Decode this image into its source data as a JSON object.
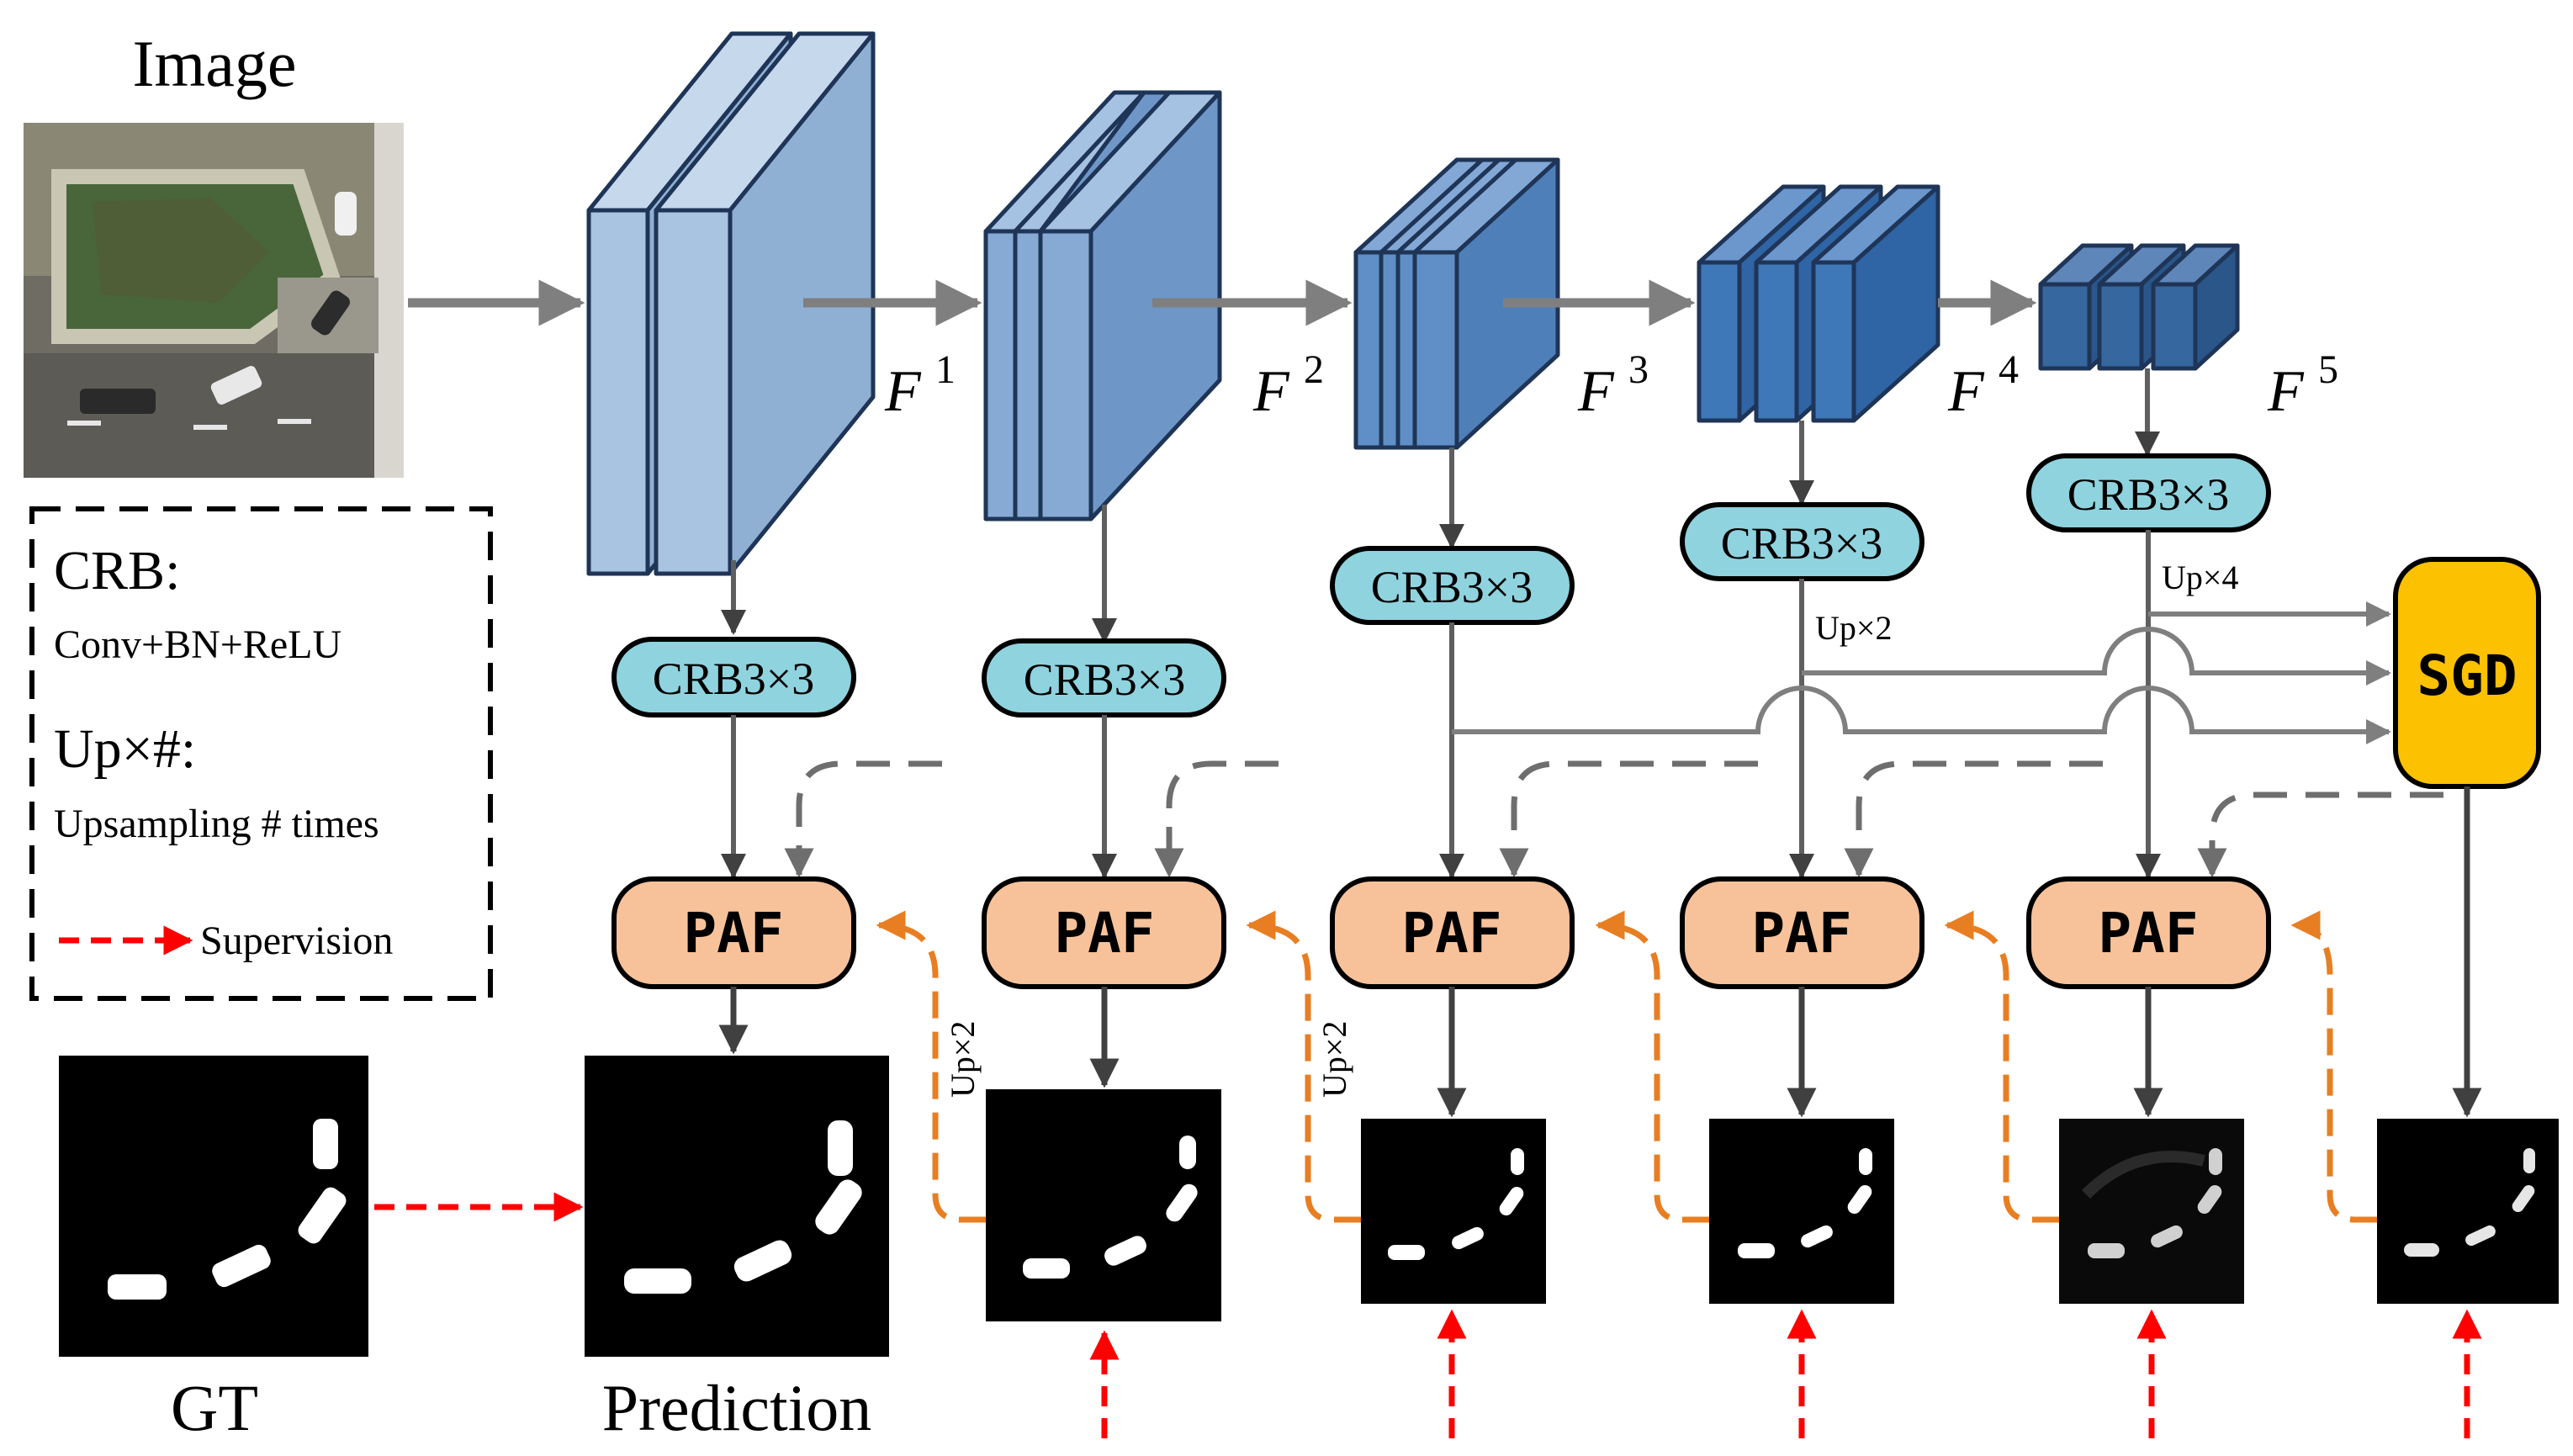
{
  "labels": {
    "image": "Image",
    "gt": "GT",
    "prediction": "Prediction",
    "crb": "CRB3×3",
    "paf": "PAF",
    "sgd": "SGD",
    "feature_letter": "F",
    "features": [
      "1",
      "2",
      "3",
      "4",
      "5"
    ],
    "up_x4": "Up×4",
    "up_x2": "Up×2",
    "up_x2_vertical": "Up×2"
  },
  "legend": {
    "crb_title": "CRB:",
    "crb_desc": "Conv+BN+ReLU",
    "up_title": "Up×#:",
    "up_desc": "Upsampling # times",
    "supervision": "Supervision"
  },
  "colors": {
    "crb_fill": "#8fd3df",
    "paf_fill": "#f7c29a",
    "sgd_fill": "#fcc100",
    "arrow_gray": "#7f7f7f",
    "arrow_dark": "#404040",
    "supervision_red": "#ff0000",
    "upsample_orange": "#e87e22",
    "block_stage1": "#a9c4e0",
    "block_stage2": "#86aad4",
    "block_stage3": "#5f8fc6",
    "block_stage4": "#3f78b8",
    "block_stage5": "#36679e"
  }
}
